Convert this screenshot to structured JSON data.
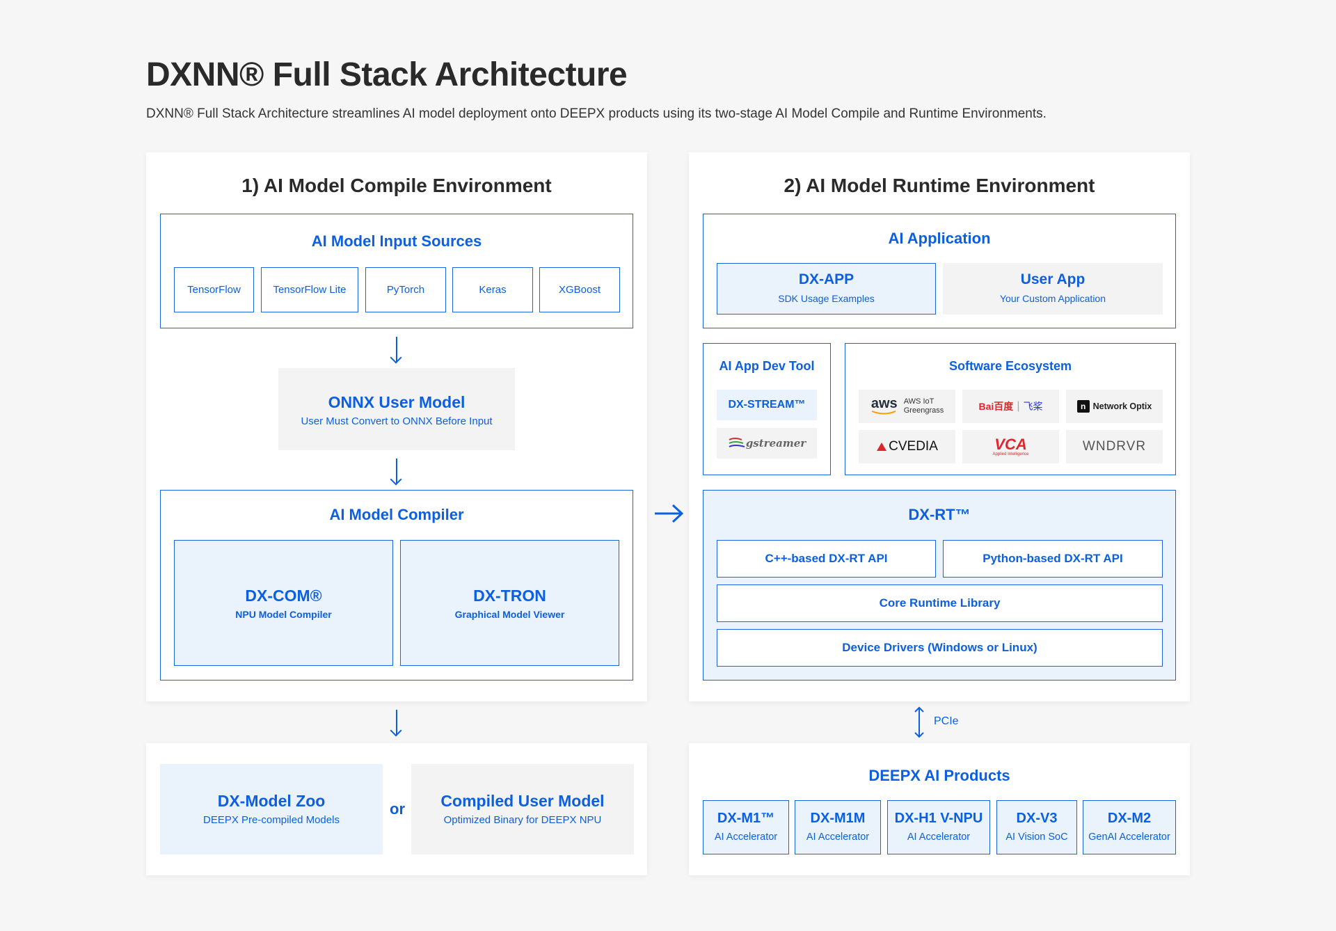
{
  "header": {
    "title": "DXNN® Full Stack Architecture",
    "subtitle": "DXNN® Full Stack Architecture streamlines AI model deployment onto DEEPX products using its two-stage AI Model Compile and Runtime Environments."
  },
  "compile": {
    "title": "1) AI Model Compile Environment",
    "input_sources": {
      "title": "AI Model Input Sources",
      "items": [
        "TensorFlow",
        "TensorFlow Lite",
        "PyTorch",
        "Keras",
        "XGBoost"
      ]
    },
    "onnx": {
      "title": "ONNX User Model",
      "subtitle": "User Must Convert to ONNX Before Input"
    },
    "compiler": {
      "title": "AI Model Compiler",
      "dxcom": {
        "title": "DX-COM®",
        "subtitle": "NPU Model Compiler"
      },
      "dxtron": {
        "title": "DX-TRON",
        "subtitle": "Graphical Model Viewer"
      }
    }
  },
  "outputs": {
    "zoo": {
      "title": "DX-Model Zoo",
      "subtitle": "DEEPX Pre-compiled Models"
    },
    "or": "or",
    "compiled": {
      "title": "Compiled User Model",
      "subtitle": "Optimized Binary for DEEPX NPU"
    }
  },
  "runtime": {
    "title": "2) AI Model Runtime Environment",
    "ai_app": {
      "title": "AI Application",
      "dxapp": {
        "title": "DX-APP",
        "subtitle": "SDK Usage Examples"
      },
      "userapp": {
        "title": "User App",
        "subtitle": "Your Custom Application"
      }
    },
    "dev_tool": {
      "title": "AI App Dev Tool",
      "dxstream": "DX-STREAM™",
      "gstreamer": "gstreamer"
    },
    "ecosystem": {
      "title": "Software Ecosystem",
      "aws": {
        "mark": "aws",
        "line1": "AWS IoT",
        "line2": "Greengrass"
      },
      "baidu": {
        "mark": "Bai百度",
        "mark2": "飞桨"
      },
      "nx": {
        "mark": "n",
        "label": "Network Optix"
      },
      "cvedia": "CVEDIA",
      "vca": "VCA",
      "vca_sub": "Applied Intelligence",
      "wndrvr": "WNDRVR"
    },
    "dxrt": {
      "title": "DX-RT™",
      "cpp_api": "C++-based DX-RT API",
      "python_api": "Python-based DX-RT API",
      "core": "Core Runtime Library",
      "drivers": "Device Drivers (Windows or Linux)"
    }
  },
  "pcie": "PCIe",
  "products": {
    "title": "DEEPX AI Products",
    "items": [
      {
        "name": "DX-M1™",
        "desc": "AI Accelerator"
      },
      {
        "name": "DX-M1M",
        "desc": "AI Accelerator"
      },
      {
        "name": "DX-H1 V-NPU",
        "desc": "AI Accelerator"
      },
      {
        "name": "DX-V3",
        "desc": "AI Vision SoC"
      },
      {
        "name": "DX-M2",
        "desc": "GenAI Accelerator"
      }
    ]
  },
  "colors": {
    "accent": "#0b5fe0",
    "light_fill": "#eaf2fc",
    "grey_fill": "#f3f3f3",
    "background": "#f6f6f6"
  }
}
